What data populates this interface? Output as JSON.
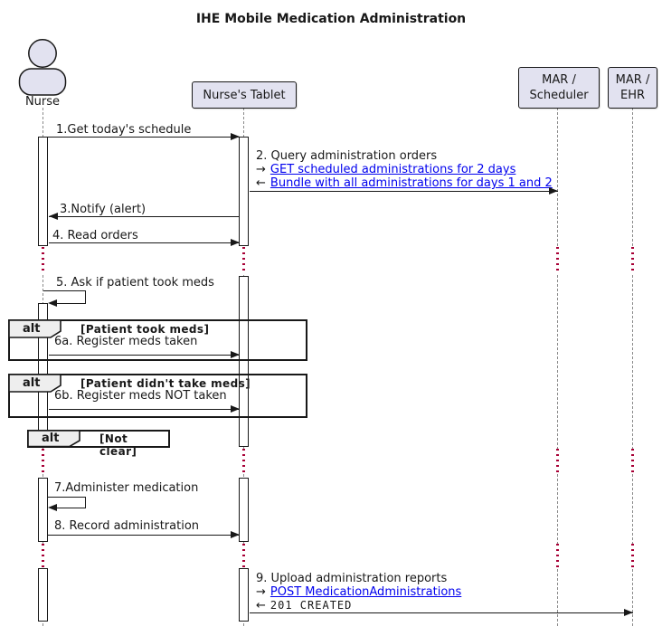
{
  "title": "IHE Mobile Medication Administration",
  "participants": {
    "nurse": {
      "label": "Nurse"
    },
    "tablet": {
      "label": "Nurse's Tablet"
    },
    "scheduler": {
      "line1": "MAR /",
      "line2": "Scheduler"
    },
    "ehr": {
      "line1": "MAR /",
      "line2": "EHR"
    }
  },
  "messages": {
    "m1": "1.Get today's schedule",
    "m2_title": "2. Query administration orders",
    "m2_link1_prefix": "→",
    "m2_link1": "GET scheduled administrations for 2 days",
    "m2_link2_prefix": "←",
    "m2_link2": "Bundle with all administrations for days 1 and 2",
    "m3": "3.Notify (alert)",
    "m4": "4. Read orders",
    "m5": "5. Ask if patient took meds",
    "m6a": "6a. Register meds taken",
    "m6b": "6b. Register meds NOT taken",
    "m7": "7.Administer medication",
    "m8": "8. Record administration",
    "m9_title": "9. Upload administration reports",
    "m9_link_prefix": "→",
    "m9_link": "POST MedicationAdministrations",
    "m9_reply_prefix": "←",
    "m9_reply": "201 CREATED"
  },
  "fragments": {
    "alt1": {
      "operator": "alt",
      "guard": "[Patient took meds]"
    },
    "alt2": {
      "operator": "alt",
      "guard": "[Patient didn't take meds]"
    },
    "alt3": {
      "operator": "alt",
      "guard": "[Not clear]"
    }
  },
  "colors": {
    "participant_fill": "#E2E2F0",
    "border": "#181818",
    "link_blue": "#0000EE",
    "delay_red": "#A80036",
    "fragment_header_fill": "#EEEEEE",
    "lifeline_gray": "#8A8A8A"
  }
}
